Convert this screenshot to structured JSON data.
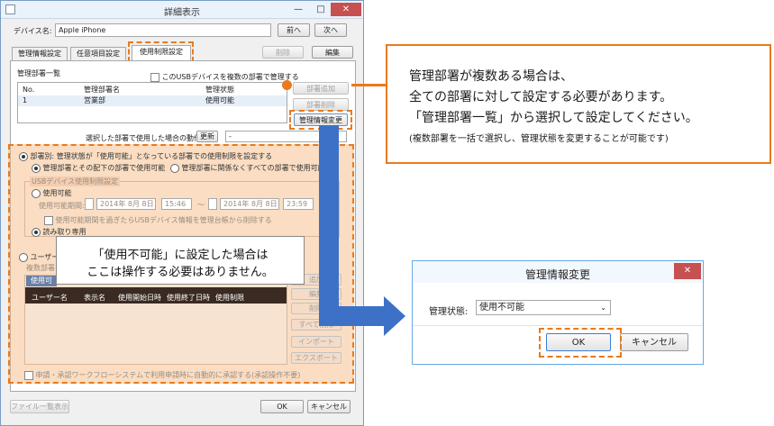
{
  "window": {
    "title": "詳細表示",
    "controls": [
      "—",
      "□",
      "✕"
    ]
  },
  "device": {
    "label": "デバイス名:",
    "value": "Apple iPhone",
    "prev_label": "前へ",
    "next_label": "次へ"
  },
  "tabs": [
    {
      "label": "管理情報設定"
    },
    {
      "label": "任意項目設定"
    },
    {
      "label": "使用制限設定"
    }
  ],
  "top_actions": {
    "delete_label": "削除",
    "edit_label": "編集"
  },
  "dept": {
    "section_title": "管理部署一覧",
    "multi_check_label": "このUSBデバイスを複数の部署で管理する",
    "columns": [
      "No.",
      "管理部署名",
      "管理状態"
    ],
    "rows": [
      [
        "1",
        "営業部",
        "使用可能"
      ]
    ],
    "add_label": "部署追加",
    "remove_label": "部署削除",
    "change_label": "管理情報変更",
    "action_label": "選択した部署で使用した場合の動作",
    "update_label": "更新",
    "update_value": "-"
  },
  "restrict": {
    "by_dept_label": "部署別: 管理状態が「使用可能」となっている部署での使用制限を設定する",
    "opt_sub_label": "管理部署とその配下の部署で使用可能",
    "opt_all_label": "管理部署に関係なくすべての部署で使用可能",
    "usb_group_label": "USBデバイス使用制限設定",
    "allowed_label": "使用可能",
    "period_label": "使用可能期間:",
    "date_from": "2014年 8月 8日",
    "time_from": "15:46",
    "tilde": "～",
    "date_to": "2014年 8月 8日",
    "time_to": "23:59",
    "expire_check_label": "使用可能期間を過ぎたらUSBデバイス情報を管理台帳から削除する",
    "readonly_label": "読み取り専用",
    "user_label": "ユーザー",
    "multi_dept_label": "複数部署",
    "usable_tab_label": "使用可",
    "user_columns": [
      "ユーザー名",
      "表示名",
      "使用開始日時",
      "使用終了日時",
      "使用制限"
    ],
    "side_buttons": [
      "追加",
      "編集",
      "削除",
      "すべて削除",
      "インポート",
      "エクスポート"
    ],
    "workflow_label": "申請・承認ワークフローシステムで利用申請時に自動的に承認する(承認操作不要)"
  },
  "footer": {
    "file_list_label": "ファイル一覧表示",
    "ok_label": "OK",
    "cancel_label": "キャンセル"
  },
  "callout_top": {
    "line1": "管理部署が複数ある場合は、",
    "line2": "全ての部署に対して設定する必要があります。",
    "line3": "「管理部署一覧」から選択して設定してください。",
    "line4": "(複数部署を一括で選択し、管理状態を変更することが可能です)"
  },
  "callout_mid": {
    "line1": "「使用不可能」に設定した場合は",
    "line2": "ここは操作する必要はありません。"
  },
  "dialog": {
    "title": "管理情報変更",
    "state_label": "管理状態:",
    "state_value": "使用不可能",
    "ok_label": "OK",
    "cancel_label": "キャンセル"
  },
  "colors": {
    "accent_orange": "#ea7a1c",
    "arrow_blue": "#3d71c7"
  }
}
